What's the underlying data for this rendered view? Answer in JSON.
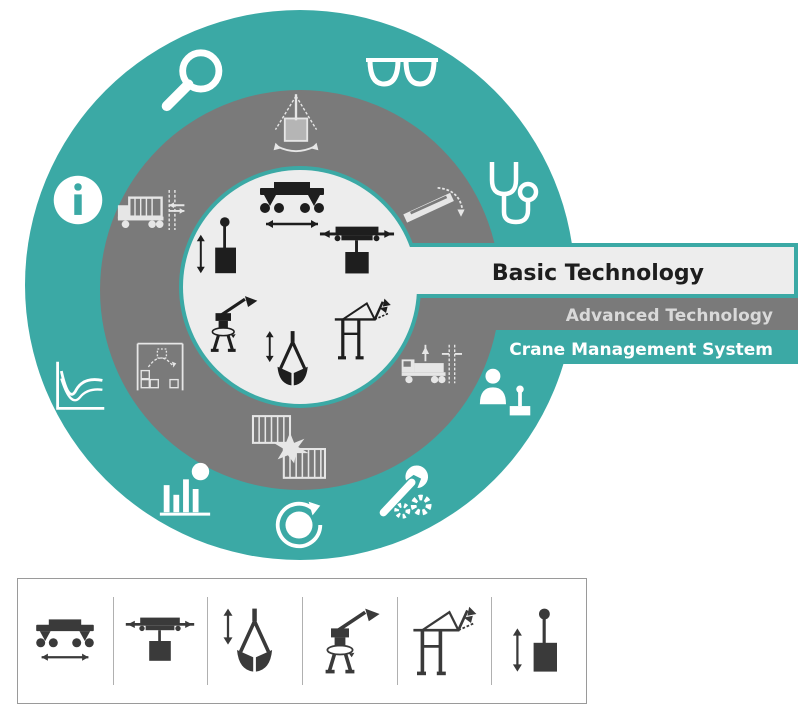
{
  "labels": {
    "basic": "Basic Technology",
    "advanced": "Advanced Technology",
    "cms": "Crane Management System"
  },
  "colors": {
    "teal": "#3ba9a5",
    "gray": "#7a7a7a",
    "center": "#ededed",
    "icon_dark": "#2b2b2b",
    "icon_light": "#ffffff",
    "icon_center": "#1e1e1e"
  },
  "rings": {
    "outer": {
      "name": "Crane Management System",
      "icons": [
        "magnifier-icon",
        "glasses-icon",
        "stethoscope-icon",
        "operator-joystick-icon",
        "wrench-gears-icon",
        "play-cycle-icon",
        "bar-pie-chart-icon",
        "line-chart-icon",
        "info-icon"
      ]
    },
    "middle": {
      "name": "Advanced Technology",
      "icons": [
        "load-sway-icon",
        "skew-control-icon",
        "truck-positioning-icon",
        "container-collision-icon",
        "stack-profiling-icon",
        "truck-lift-icon"
      ]
    },
    "inner": {
      "name": "Basic Technology",
      "icons": [
        "gantry-drive-icon",
        "trolley-drive-icon",
        "boom-hoist-icon",
        "grab-hoist-icon",
        "slewing-crane-icon",
        "hoist-motion-icon"
      ]
    }
  },
  "legend": {
    "icons": [
      "gantry-drive-icon",
      "trolley-drive-icon",
      "grab-hoist-icon",
      "slewing-crane-icon",
      "boom-hoist-icon",
      "hoist-motion-icon"
    ]
  }
}
